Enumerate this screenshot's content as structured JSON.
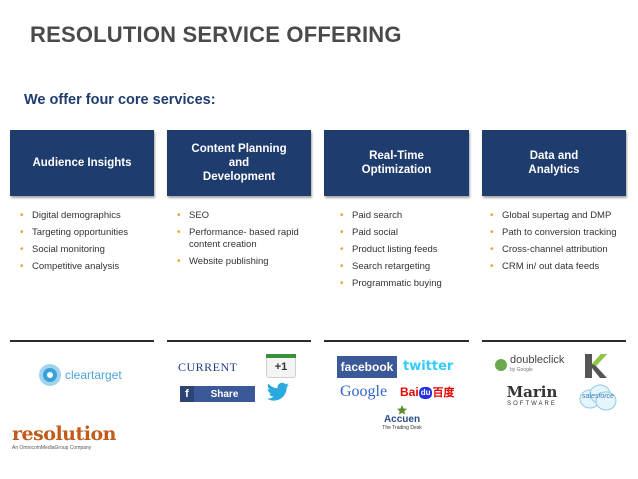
{
  "title": "RESOLUTION SERVICE OFFERING",
  "subtitle": "We offer four core services:",
  "columns": [
    {
      "header": "Audience Insights",
      "items": [
        "Digital demographics",
        "Targeting opportunities",
        "Social monitoring",
        "Competitive analysis"
      ]
    },
    {
      "header": "Content Planning and Development",
      "header_lines": [
        "Content Planning",
        "and",
        "Development"
      ],
      "items": [
        "SEO",
        "Performance- based rapid content creation",
        "Website publishing"
      ]
    },
    {
      "header": "Real-Time Optimization",
      "header_lines": [
        "Real-Time",
        "Optimization"
      ],
      "items": [
        "Paid search",
        "Paid social",
        "Product listing feeds",
        "Search retargeting",
        "Programmatic buying"
      ]
    },
    {
      "header": "Data and Analytics",
      "header_lines": [
        "Data and",
        "Analytics"
      ],
      "items": [
        "Global supertag and DMP",
        "Path to conversion tracking",
        "Cross-channel attribution",
        "CRM in/ out data feeds"
      ]
    }
  ],
  "partners": {
    "cleartarget": "cleartarget",
    "current": "CURRENT",
    "plus_one": "+1",
    "share": "Share",
    "facebook": "facebook",
    "twitter": "twitter",
    "google": "Google",
    "baidu": "Bai",
    "baidu_du": "du",
    "baidu_cn": "百度",
    "accuen": "Accuen",
    "accuen_sub": "The Trading Desk",
    "doubleclick": "doubleclick",
    "doubleclick_sub": "by Google",
    "marin": "Marin",
    "marin_sub": "SOFTWARE",
    "salesforce": "salesforce"
  },
  "footer": {
    "logo": "resolution",
    "sub": "An OmnicomMediaGroup Company"
  },
  "colors": {
    "header_bg": "#1f3c6e",
    "bullet": "#f0a030",
    "logo": "#c25a1a"
  }
}
